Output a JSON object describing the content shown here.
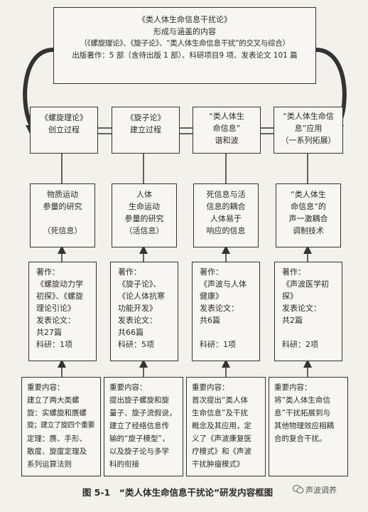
{
  "top": {
    "title": "《类人体生命信息干扰论》",
    "line2": "形成与涵盖的内容",
    "line3": "（《螺旋理论》、《旋子论》、“类人体生命信息干扰”的交叉与综合）",
    "line4": "出版著作：5 部（含待出版 1 部）、科研项目9 项、发表论文 101 篇"
  },
  "stage": [
    {
      "lines": [
        "《螺旋理论》",
        "创立过程"
      ]
    },
    {
      "lines": [
        "《旋子论》",
        "建立过程"
      ]
    },
    {
      "lines": [
        "“类人体生",
        "命信息”",
        "谐和波"
      ]
    },
    {
      "lines": [
        "“类人体生命信",
        "息”应用",
        "（一系列拓展）"
      ]
    }
  ],
  "topic": [
    {
      "lines": [
        "物质运动",
        "参量的研究",
        "",
        "（死信息）"
      ]
    },
    {
      "lines": [
        "人体",
        "生命运动",
        "参量的研究",
        "（活信息）"
      ]
    },
    {
      "lines": [
        "死信息与活",
        "信息的耦合",
        "人体易于",
        "响应的信息"
      ]
    },
    {
      "lines": [
        "“类人体生",
        "命信息”的",
        "声一激耦合",
        "调制技术"
      ]
    }
  ],
  "works": [
    {
      "lines": [
        "著作：",
        "《螺旋动力学",
        "初探》、《螺旋",
        "理论引论》",
        "发表论文：",
        "共27篇",
        "科研：1项"
      ]
    },
    {
      "lines": [
        "著作：",
        "《旋子论》、",
        "《论人体抗寒",
        "功能开发》",
        "发表论文：",
        "共66篇",
        "科研：5项"
      ]
    },
    {
      "lines": [
        "著作：",
        "《声波与人体",
        "健康》",
        "发表论文：",
        "共6篇",
        "",
        "科研：1项"
      ]
    },
    {
      "lines": [
        "著作：",
        "《声波医学初",
        "探》",
        "发表论文：",
        "共2篇",
        "",
        "科研：2项"
      ]
    }
  ],
  "content": [
    {
      "lines": [
        "重要内容：",
        "建立了两大类螺",
        "旋：实螺旋和赝螺",
        "旋；建立了旋四个重要",
        "定理：赝、手形、",
        "散度、旋度定理及",
        "系列运算法则"
      ]
    },
    {
      "lines": [
        "重要内容：",
        "提出旋子螺旋和旋",
        "量子、旋子流假说，",
        "建立了经络信息传",
        "输的“旋子模型”，",
        "以及旋子论与多学",
        "科的衔接"
      ]
    },
    {
      "lines": [
        "重要内容：",
        "首次提出“类人体",
        "生命信息”及干扰",
        "概念及其应用，定",
        "义了《声波康复医",
        "疗模式》和《声波",
        "干扰肿瘤模式》"
      ]
    },
    {
      "lines": [
        "重要内容：",
        "将“类人体生命信",
        "息”干扰拓展到与",
        "其他物理效应相耦",
        "合的复合干扰。"
      ]
    }
  ],
  "caption": "图 5-1　“类人体生命信息干扰论”研发内容框图",
  "watermark": "声波调养",
  "icons": {
    "watermark": "wechat-icon",
    "arrow": "arrow-icon"
  }
}
